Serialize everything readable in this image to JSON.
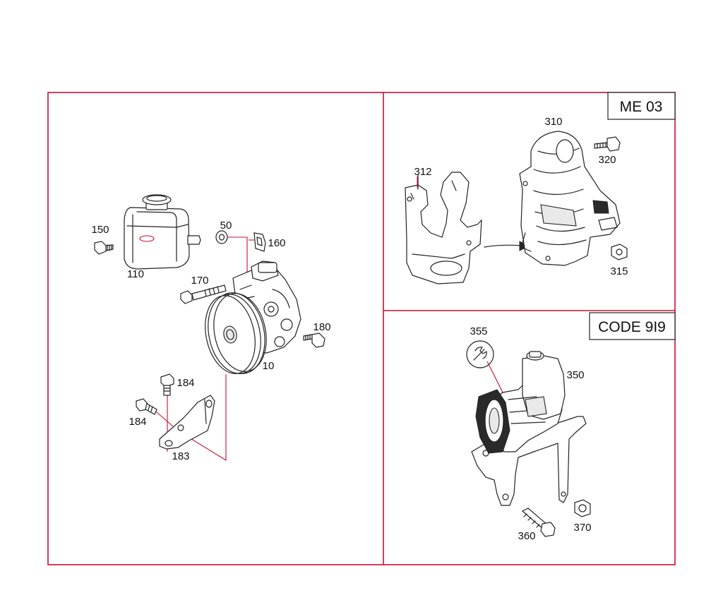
{
  "panels": {
    "main": {
      "labels": [
        "150",
        "110",
        "50",
        "160",
        "170",
        "180",
        "10",
        "184",
        "184",
        "183"
      ]
    },
    "me03": {
      "tag": "ME 03",
      "labels": [
        "310",
        "320",
        "312",
        "315"
      ]
    },
    "code": {
      "tag": "CODE 9I9",
      "labels": [
        "355",
        "350",
        "360",
        "370"
      ]
    }
  },
  "colors": {
    "frame": "#c8102e",
    "line": "#222222"
  },
  "icons": [
    "wrench-icon"
  ]
}
